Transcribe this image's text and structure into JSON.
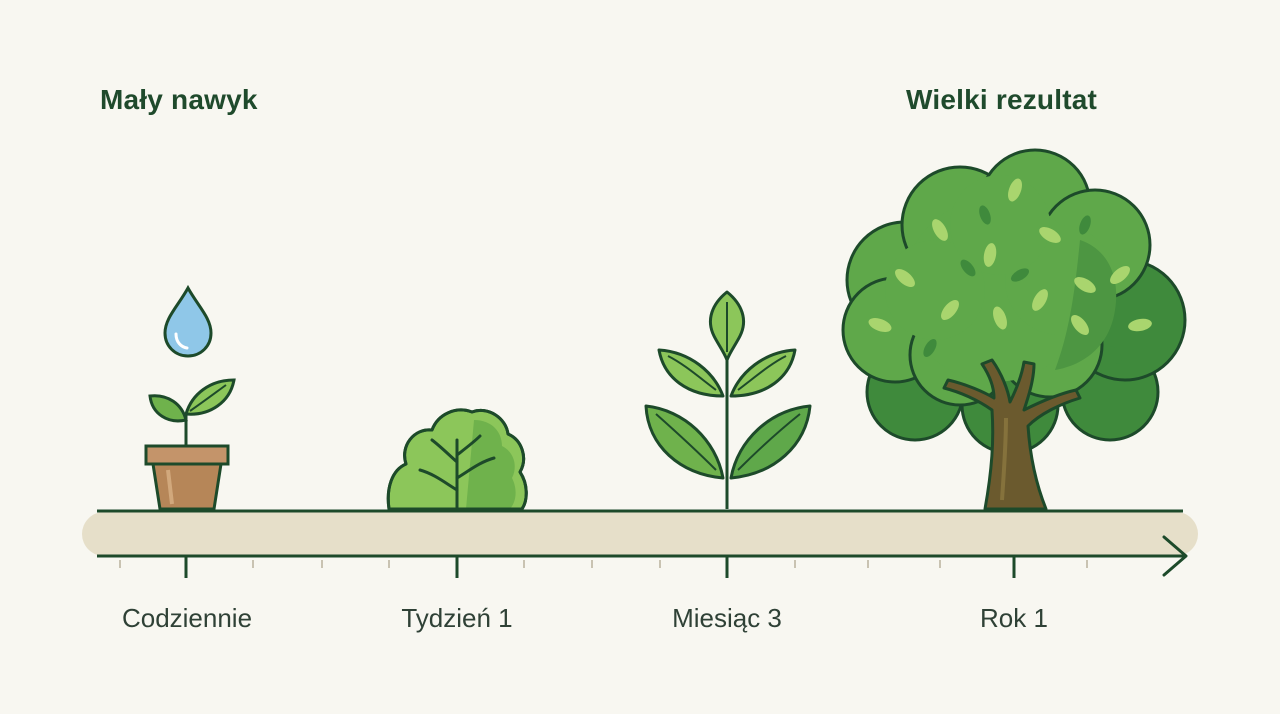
{
  "titles": {
    "left": "Mały nawyk",
    "right": "Wielki rezultat"
  },
  "stages": [
    {
      "label": "Codziennie",
      "illustration": "water-drop-and-potted-sprout-icon"
    },
    {
      "label": "Tydzień 1",
      "illustration": "small-bush-icon"
    },
    {
      "label": "Miesiąc 3",
      "illustration": "young-plant-icon"
    },
    {
      "label": "Rok 1",
      "illustration": "large-tree-icon"
    }
  ],
  "colors": {
    "background": "#f8f7f1",
    "heading": "#1f4a2c",
    "outline": "#1d4a2a",
    "leaf_light": "#8cc65a",
    "leaf_mid": "#5fa84a",
    "leaf_dark": "#3f8a3c",
    "trunk": "#6b5a2e",
    "pot": "#b68658",
    "timeline_band": "#e6dfc9",
    "water": "#8fc7e8"
  }
}
